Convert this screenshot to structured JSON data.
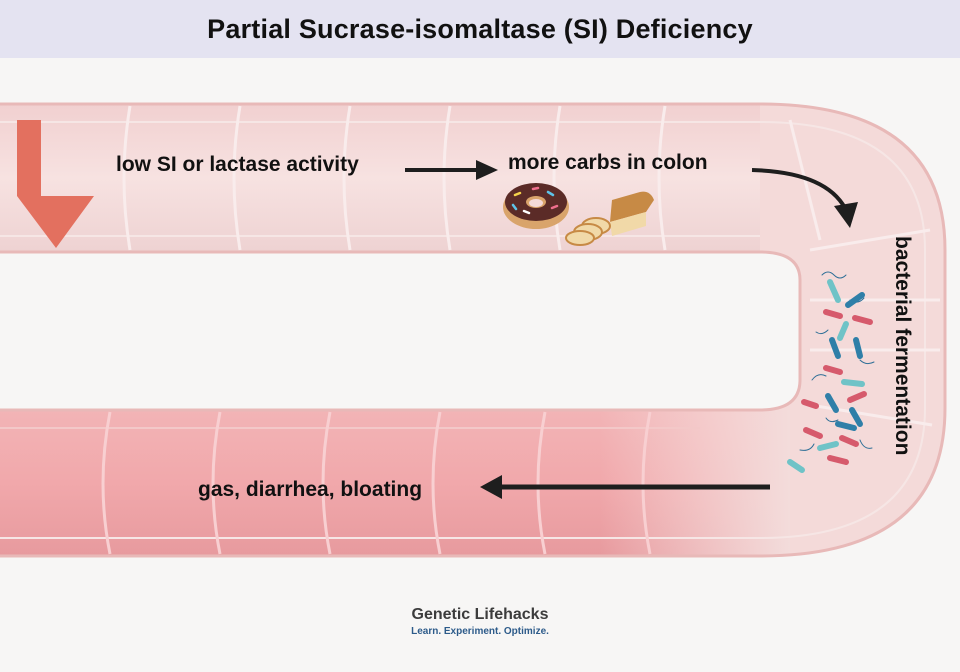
{
  "title": "Partial Sucrase-isomaltase (SI) Deficiency",
  "labels": {
    "low_activity": "low SI or lactase activity",
    "more_carbs": "more carbs in colon",
    "fermentation": "bacterial fermentation",
    "symptoms": "gas, diarrhea, bloating"
  },
  "logo": {
    "brand": "Genetic Lifehacks",
    "tagline": "Learn. Experiment. Optimize."
  },
  "colors": {
    "title_bg": "#e4e3f1",
    "intestine_light": "#f6d9d9",
    "intestine_dark": "#eea7a7",
    "down_arrow": "#e3705f",
    "arrow": "#1e1e1e",
    "bacteria_blue": "#2f7fa8",
    "bacteria_teal": "#6fc3c7",
    "bacteria_red": "#d65a6c"
  },
  "icons": [
    "down-arrow-icon",
    "donut-icon",
    "bread-icon",
    "bacteria-icon"
  ]
}
